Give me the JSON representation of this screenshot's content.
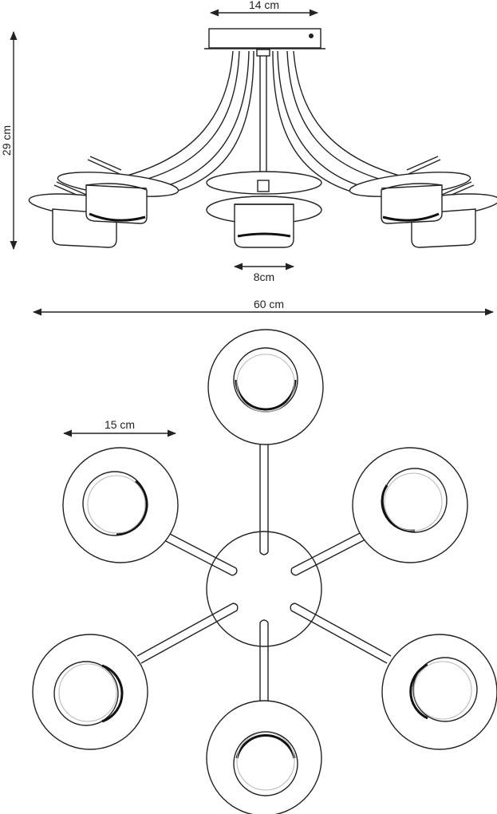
{
  "dimensions": {
    "top_width": "14 cm",
    "height": "29 cm",
    "shade_width": "8cm",
    "total_diameter": "60 cm",
    "disc_diameter": "15 cm"
  },
  "colors": {
    "line": "#222222",
    "background": "#ffffff"
  }
}
